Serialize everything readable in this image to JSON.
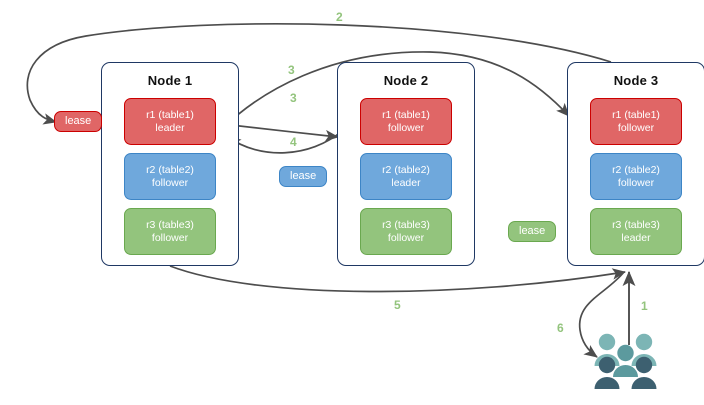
{
  "diagram": {
    "title": "Distributed cluster lease / raft replica routing diagram",
    "colors": {
      "red_fill": "#e06666",
      "red_border": "#cc0000",
      "blue_fill": "#6fa8dc",
      "blue_border": "#3d85c6",
      "green_fill": "#93c47d",
      "green_border": "#6aa84f",
      "node_border": "#1f3864",
      "edge": "#4d4d4d",
      "step_label": "#93c47d",
      "users_light": "#7cb5b5",
      "users_mid": "#5c9a9e",
      "users_dark": "#3d6070"
    },
    "nodes": [
      {
        "title": "Node 1",
        "replicas": [
          {
            "line1": "r1 (table1)",
            "line2": "leader",
            "color": "red"
          },
          {
            "line1": "r2 (table2)",
            "line2": "follower",
            "color": "blue"
          },
          {
            "line1": "r3 (table3)",
            "line2": "follower",
            "color": "green"
          }
        ]
      },
      {
        "title": "Node 2",
        "replicas": [
          {
            "line1": "r1 (table1)",
            "line2": "follower",
            "color": "red"
          },
          {
            "line1": "r2 (table2)",
            "line2": "leader",
            "color": "blue"
          },
          {
            "line1": "r3 (table3)",
            "line2": "follower",
            "color": "green"
          }
        ]
      },
      {
        "title": "Node 3",
        "replicas": [
          {
            "line1": "r1 (table1)",
            "line2": "follower",
            "color": "red"
          },
          {
            "line1": "r2 (table2)",
            "line2": "follower",
            "color": "blue"
          },
          {
            "line1": "r3 (table3)",
            "line2": "leader",
            "color": "green"
          }
        ]
      }
    ],
    "leases": [
      {
        "label": "lease",
        "color": "red"
      },
      {
        "label": "lease",
        "color": "blue"
      },
      {
        "label": "lease",
        "color": "green"
      }
    ],
    "steps": [
      {
        "label": "1"
      },
      {
        "label": "2"
      },
      {
        "label": "3"
      },
      {
        "label": "3"
      },
      {
        "label": "4"
      },
      {
        "label": "5"
      },
      {
        "label": "6"
      }
    ],
    "clients_icon": "users-icon"
  }
}
